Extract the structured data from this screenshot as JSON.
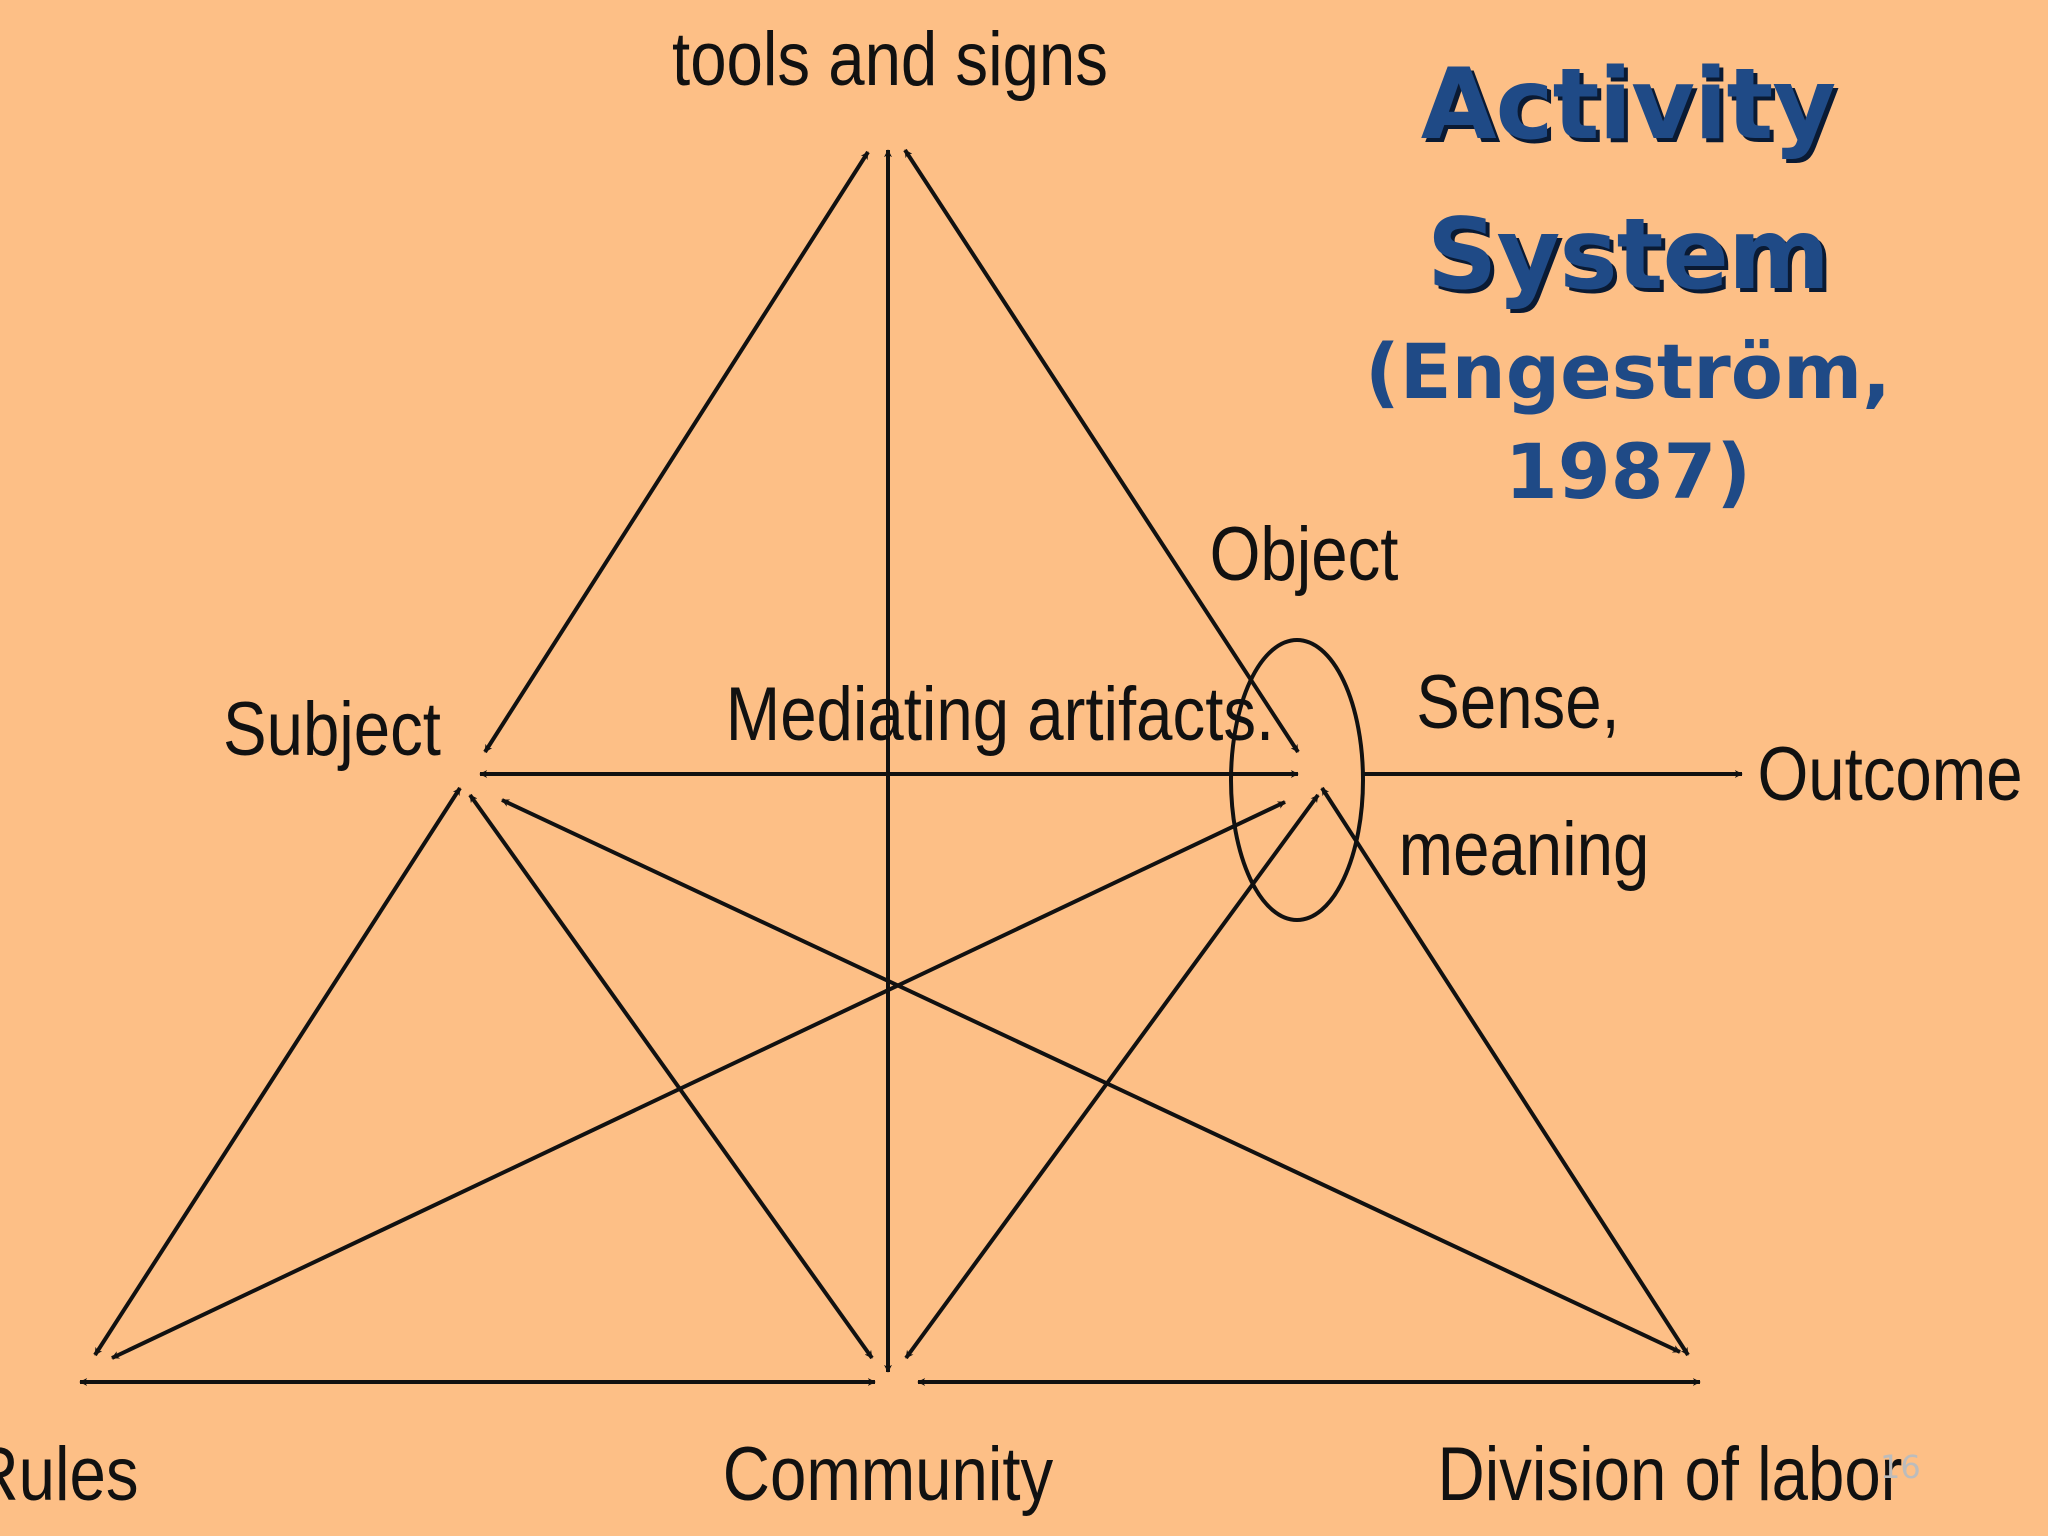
{
  "title": {
    "line1": "Activity",
    "line2": "System",
    "citation": "(Engeström, 1987)"
  },
  "nodes": {
    "tools": "tools and signs",
    "subject": "Subject",
    "object": "Object",
    "rules": "Rules",
    "community": "Community",
    "division": "Division of labor",
    "outcome": "Outcome"
  },
  "annotations": {
    "mediating": "Mediating artifacts.",
    "sense": "Sense,",
    "meaning": "meaning"
  },
  "slide_number": "16",
  "colors": {
    "background": "#fdbf86",
    "title": "#1f4a86",
    "lines": "#111111"
  }
}
